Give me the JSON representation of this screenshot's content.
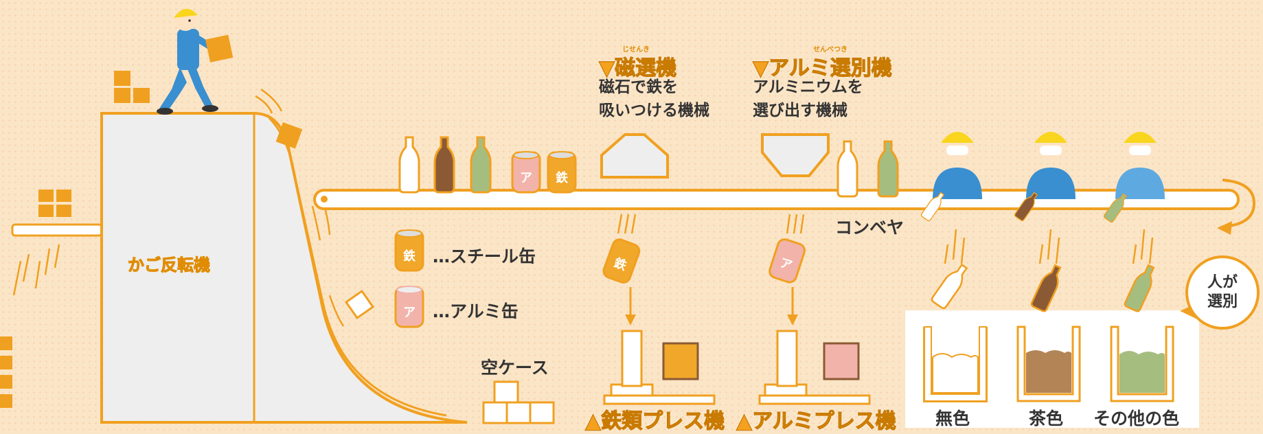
{
  "machines": {
    "basket_flipper": "かご反転機",
    "magnetic_separator": {
      "title": "▼磁選機",
      "ruby": "じせんき",
      "desc_line1": "磁石で鉄を",
      "desc_line2": "吸いつける機械"
    },
    "aluminum_separator": {
      "title": "▼アルミ選別機",
      "ruby": "せんべつき",
      "desc_line1": "アルミニウムを",
      "desc_line2": "選び出す機械"
    },
    "iron_press": "▲鉄類プレス機",
    "aluminum_press": "▲アルミプレス機"
  },
  "conveyor_label": "コンベヤ",
  "legend": {
    "steel_can_mark": "鉄",
    "steel_can_text": "…スチール缶",
    "aluminum_can_mark": "ア",
    "aluminum_can_text": "…アルミ缶"
  },
  "empty_case_label": "空ケース",
  "bubble": {
    "line1": "人が",
    "line2": "選別"
  },
  "bins": [
    "無色",
    "茶色",
    "その他の色"
  ],
  "colors": {
    "orange": "#f0a020",
    "machine_fill": "#eeeeee",
    "bottle_clear": "#ffffff",
    "bottle_brown": "#8b5a34",
    "bottle_green": "#a6bd80",
    "can_steel": "#f0a72a",
    "can_aluminum": "#f2b3aa",
    "worker_blue": "#3a8fd0",
    "helmet_yellow": "#f9d51e"
  }
}
